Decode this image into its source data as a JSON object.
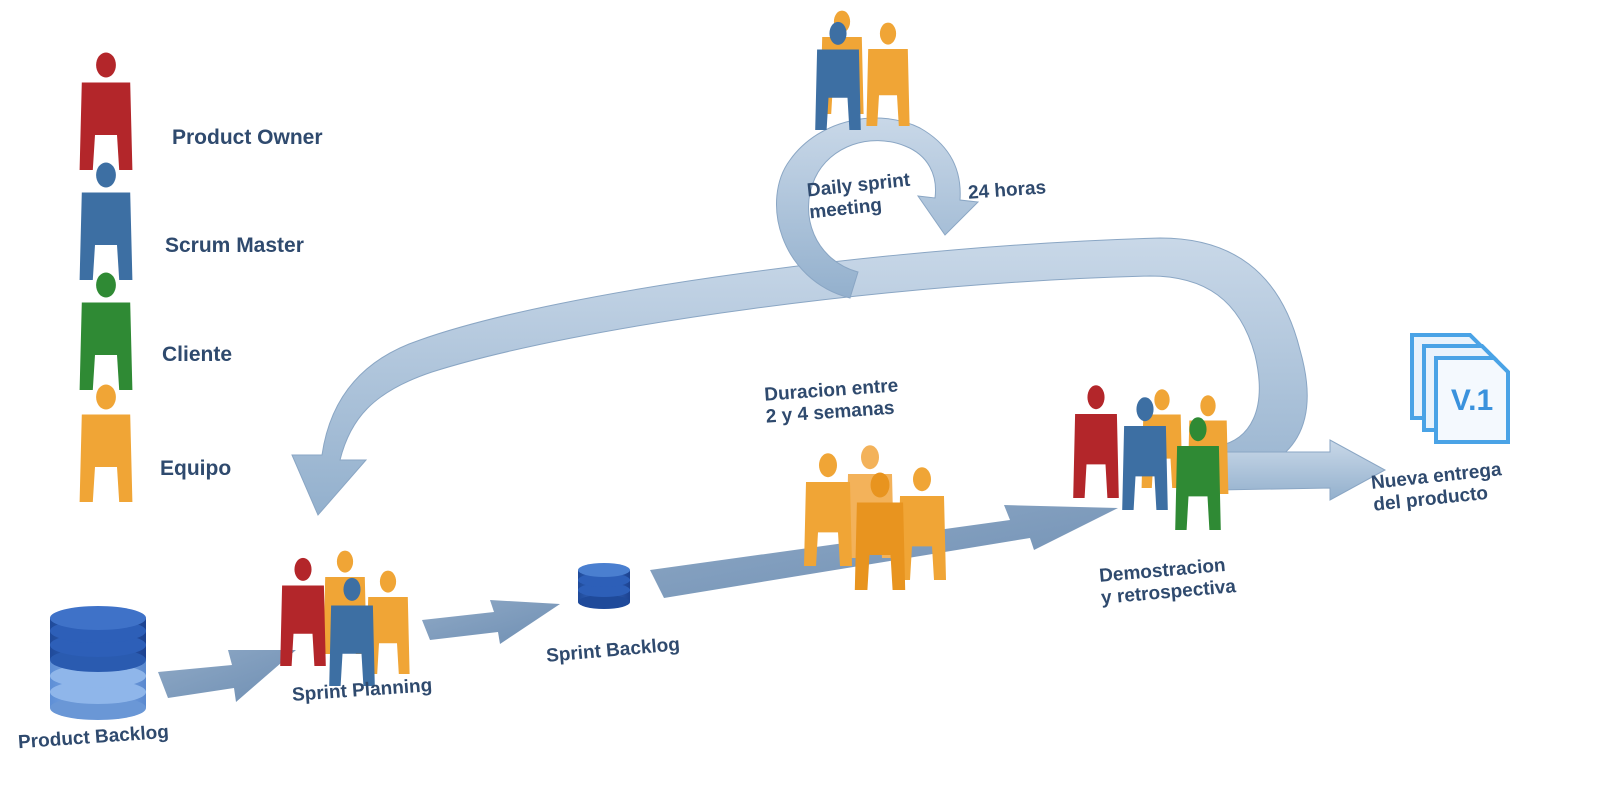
{
  "legend": {
    "product_owner": "Product Owner",
    "scrum_master": "Scrum Master",
    "cliente": "Cliente",
    "equipo": "Equipo"
  },
  "labels": {
    "product_backlog": "Product Backlog",
    "sprint_planning": "Sprint Planning",
    "sprint_backlog": "Sprint Backlog",
    "duracion_line1": "Duracion entre",
    "duracion_line2": "2 y 4 semanas",
    "daily_line1": "Daily sprint",
    "daily_line2": "meeting",
    "horas": "24 horas",
    "demo_line1": "Demostracion",
    "demo_line2": "y retrospectiva",
    "entrega_line1": "Nueva entrega",
    "entrega_line2": "del producto",
    "version": "V.1"
  },
  "colors": {
    "product_owner": "#b3262a",
    "scrum_master": "#3d6fa3",
    "cliente": "#2f8a34",
    "equipo": "#f0a536",
    "arrow": "#a9c0d9",
    "text": "#2f4a6e"
  },
  "icons": [
    "person-icon",
    "database-icon",
    "document-icon"
  ]
}
